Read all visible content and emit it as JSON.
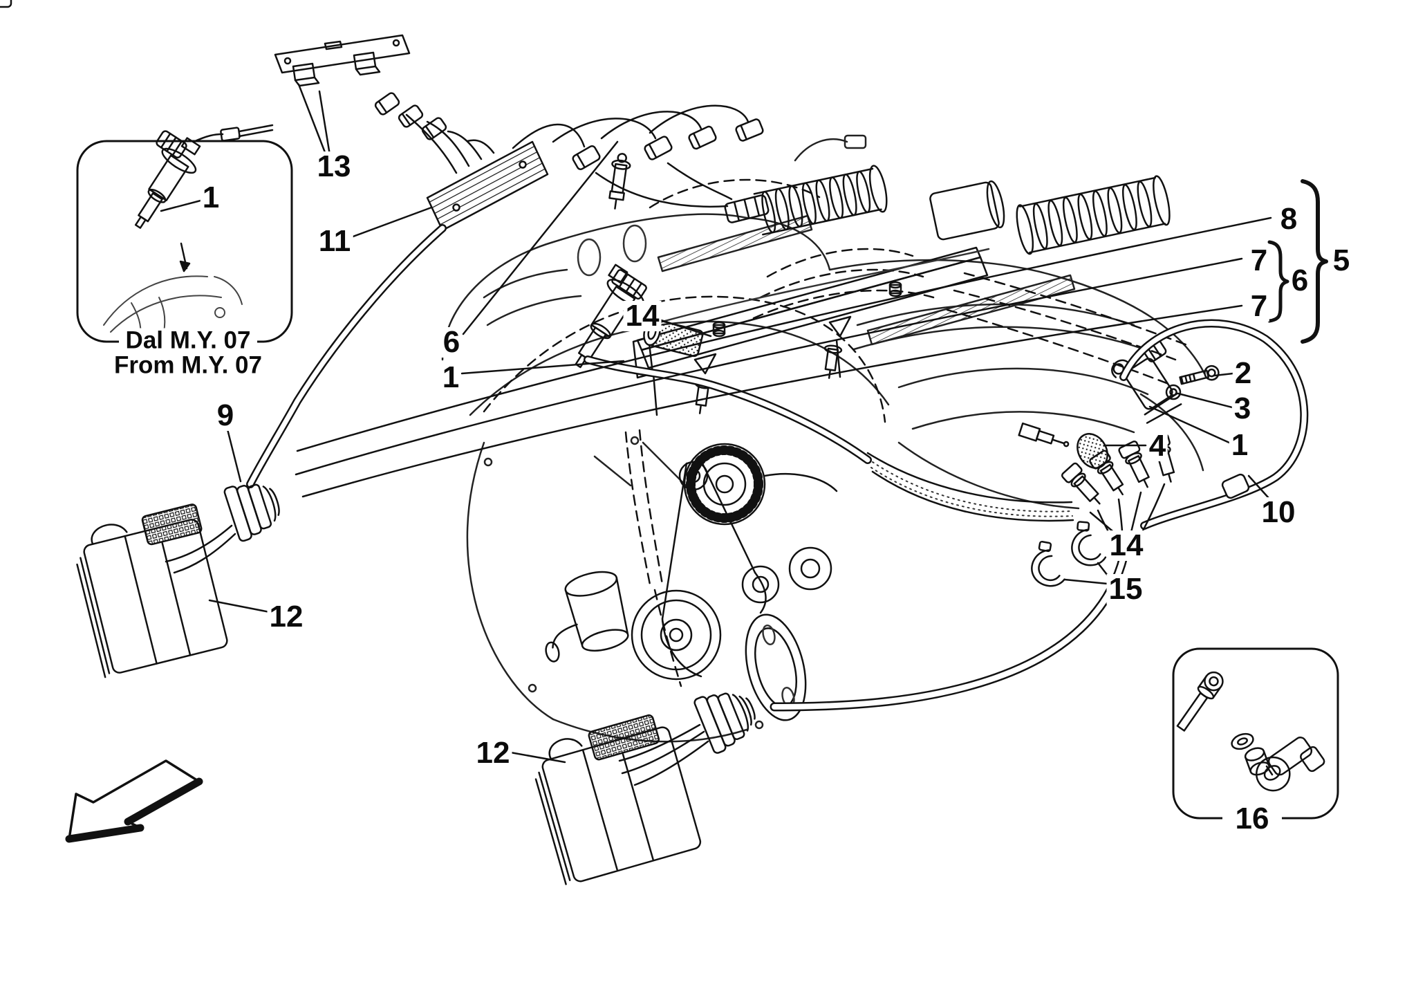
{
  "diagram": {
    "type": "exploded-parts-diagram",
    "subject": "engine injection / ignition system",
    "colors": {
      "ink": "#111111",
      "background": "#ffffff"
    }
  },
  "insets": {
    "my07": {
      "caption_line1": "Dal M.Y. 07",
      "caption_line2": "From M.Y. 07",
      "callout": "1"
    },
    "hardware": {
      "callout": "16"
    }
  },
  "callouts": {
    "c1_inset": "1",
    "c13": "13",
    "c11": "11",
    "c6_left": "6",
    "c1_left": "1",
    "c14_center": "14",
    "c9": "9",
    "c12_left": "12",
    "c12_bottom": "12",
    "c8": "8",
    "c7_upper": "7",
    "c6_right": "6",
    "c7_lower": "7",
    "c5": "5",
    "c2": "2",
    "c3": "3",
    "c1_right": "1",
    "c4": "4",
    "c10": "10",
    "c14_right": "14",
    "c15": "15",
    "c16": "16"
  }
}
